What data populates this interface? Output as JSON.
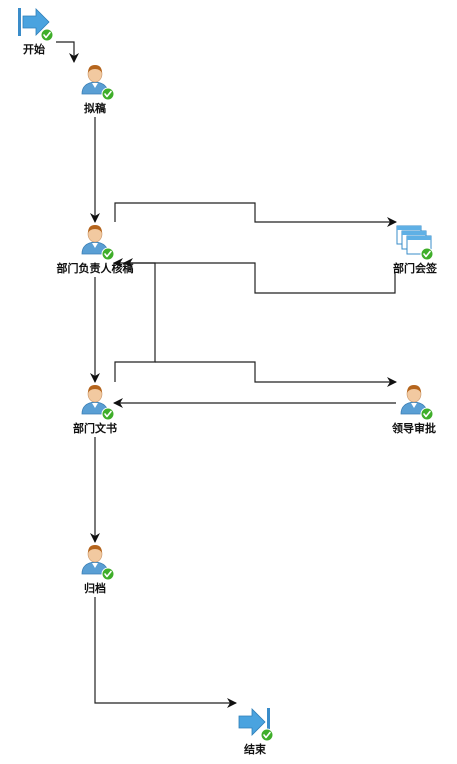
{
  "diagram": {
    "nodes": {
      "start": {
        "label": "开始",
        "icon": "start-arrow-icon",
        "status": "completed"
      },
      "draft": {
        "label": "拟稿",
        "icon": "user-icon",
        "status": "completed"
      },
      "dept_head_review": {
        "label": "部门负责人核稿",
        "icon": "user-icon",
        "status": "completed"
      },
      "dept_countersign": {
        "label": "部门会签",
        "icon": "multi-window-icon",
        "status": "completed"
      },
      "dept_clerk": {
        "label": "部门文书",
        "icon": "user-icon",
        "status": "completed"
      },
      "leader_approval": {
        "label": "领导审批",
        "icon": "user-icon",
        "status": "completed"
      },
      "archive": {
        "label": "归档",
        "icon": "user-icon",
        "status": "completed"
      },
      "end": {
        "label": "结束",
        "icon": "end-arrow-icon",
        "status": "completed"
      }
    },
    "edges": [
      {
        "from": "start",
        "to": "draft"
      },
      {
        "from": "draft",
        "to": "dept_head_review"
      },
      {
        "from": "dept_head_review",
        "to": "dept_countersign"
      },
      {
        "from": "dept_countersign",
        "to": "dept_head_review"
      },
      {
        "from": "dept_head_review",
        "to": "dept_clerk"
      },
      {
        "from": "dept_clerk",
        "to": "dept_head_review"
      },
      {
        "from": "dept_clerk",
        "to": "leader_approval"
      },
      {
        "from": "leader_approval",
        "to": "dept_clerk"
      },
      {
        "from": "dept_clerk",
        "to": "archive"
      },
      {
        "from": "archive",
        "to": "end"
      }
    ],
    "colors": {
      "edge": "#222222",
      "check": "#3fae2a",
      "user_skin": "#f2c9a0",
      "user_hair": "#b5651d",
      "user_shirt": "#5a9fd4",
      "arrow_icon": "#4aa3df",
      "window_icon": "#5fb0e5"
    }
  }
}
